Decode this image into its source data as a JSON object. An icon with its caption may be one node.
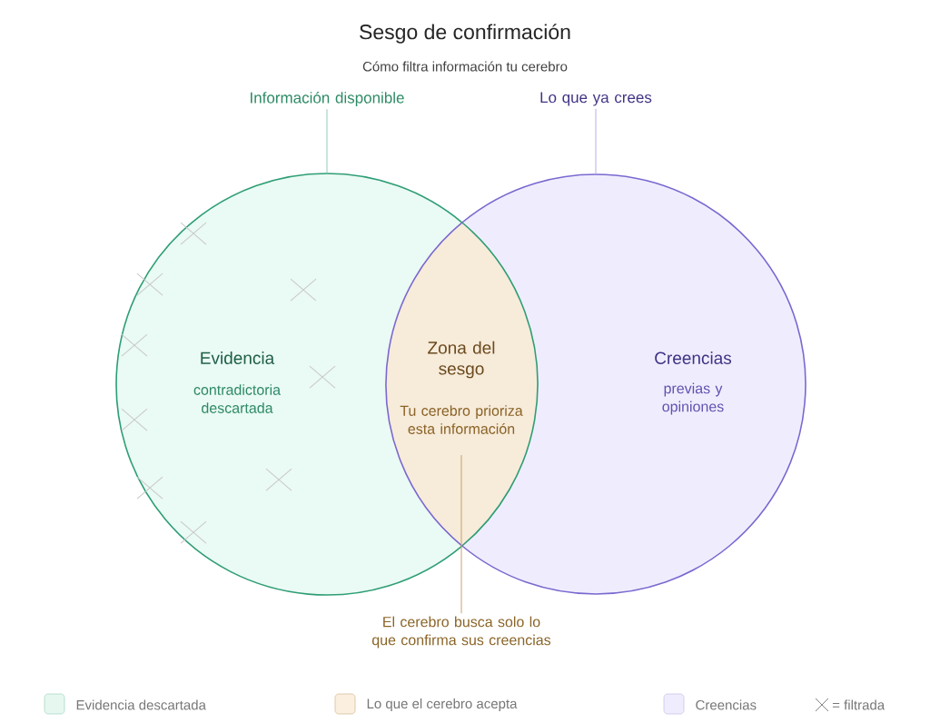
{
  "diagram": {
    "title": "Sesgo de confirmación",
    "nodes": [
      {
        "text": [
          "Evidencia",
          "contradictoria descartada"
        ]
      },
      {
        "text": [
          "Creencias",
          "previas y opiniones"
        ]
      },
      {
        "text": [
          "Zona del sesgo",
          "Tu cerebro prioriza esta información"
        ]
      },
      {
        "text": [
          "Información disponible"
        ]
      },
      {
        "text": [
          "Lo que ya crees"
        ]
      },
      {
        "text": [
          "El cerebro busca solo lo que confirma sus creencias"
        ]
      }
    ],
    "edges": [
      {
        "from": 3,
        "to": 0,
        "arrow": "none",
        "color": "#8fcdb6"
      },
      {
        "from": 4,
        "to": 1,
        "arrow": "none",
        "color": "#b9aeea"
      },
      {
        "from": 5,
        "to": 2,
        "arrow": "none",
        "color": "#c9a06a"
      }
    ],
    "labels": [
      "Cómo filtra información tu cerebro"
    ],
    "legend": [
      {
        "text": "Evidencia descartada",
        "color": "#e6f7f0"
      },
      {
        "text": "Lo que el cerebro acepta",
        "color": "#fbf0e0"
      },
      {
        "text": "Creencias",
        "color": "#efedfd"
      },
      {
        "text": "= filtrada"
      }
    ]
  }
}
